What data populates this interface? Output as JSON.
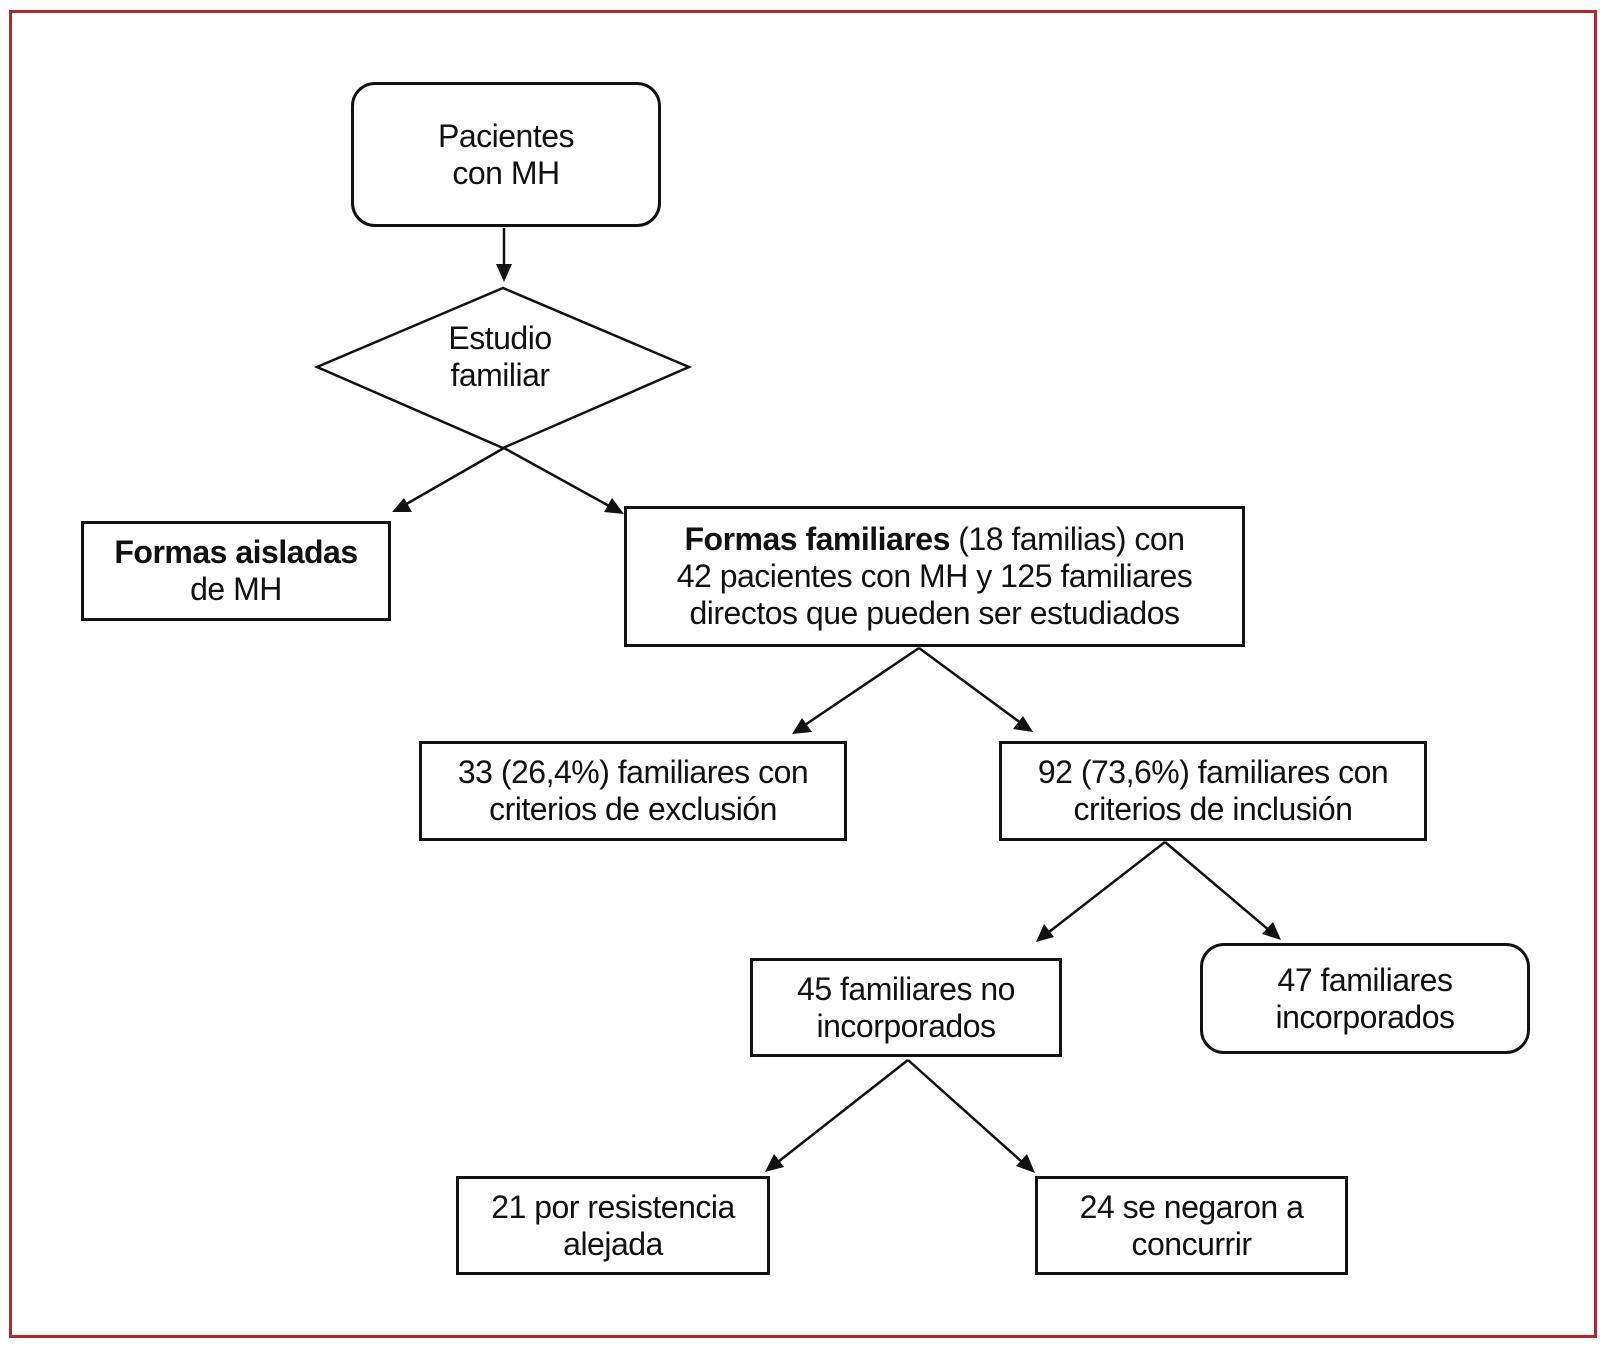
{
  "colors": {
    "frame_border": "#b3262a",
    "stroke": "#111111",
    "background": "#ffffff"
  },
  "nodes": {
    "pacientes": {
      "line1": "Pacientes",
      "line2": "con MH"
    },
    "estudio": {
      "line1": "Estudio",
      "line2": "familiar"
    },
    "aisladas": {
      "bold": "Formas aisladas",
      "line2": "de MH"
    },
    "familiares": {
      "bold": "Formas familiares",
      "line1_rest": " (18 familias) con",
      "line2": "42 pacientes con MH y 125 familiares",
      "line3": "directos que pueden ser estudiados"
    },
    "exclusion": {
      "line1": "33 (26,4%) familiares con",
      "line2": "criterios de exclusión"
    },
    "inclusion": {
      "line1": "92 (73,6%) familiares con",
      "line2": "criterios de inclusión"
    },
    "no_incorporados": {
      "line1": "45 familiares no",
      "line2": "incorporados"
    },
    "incorporados": {
      "line1": "47 familiares",
      "line2": "incorporados"
    },
    "resistencia": {
      "line1": "21 por resistencia",
      "line2": "alejada"
    },
    "negaron": {
      "line1": "24 se negaron a",
      "line2": "concurrir"
    }
  }
}
